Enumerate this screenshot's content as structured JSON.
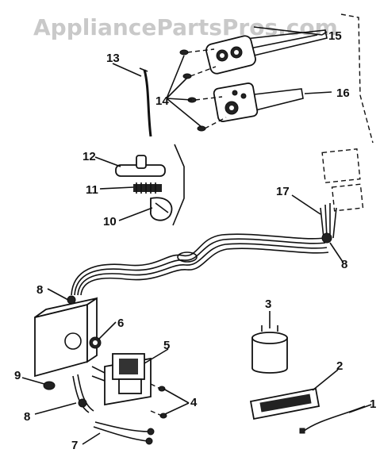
{
  "watermark": "AppliancePartsPros.com",
  "callouts": [
    {
      "id": "c1",
      "label": "1"
    },
    {
      "id": "c2",
      "label": "2"
    },
    {
      "id": "c3",
      "label": "3"
    },
    {
      "id": "c4",
      "label": "4"
    },
    {
      "id": "c5",
      "label": "5"
    },
    {
      "id": "c6",
      "label": "6"
    },
    {
      "id": "c7",
      "label": "7"
    },
    {
      "id": "c8a",
      "label": "8"
    },
    {
      "id": "c8b",
      "label": "8"
    },
    {
      "id": "c8c",
      "label": "8"
    },
    {
      "id": "c9",
      "label": "9"
    },
    {
      "id": "c10",
      "label": "10"
    },
    {
      "id": "c11",
      "label": "11"
    },
    {
      "id": "c12",
      "label": "12"
    },
    {
      "id": "c13",
      "label": "13"
    },
    {
      "id": "c14",
      "label": "14"
    },
    {
      "id": "c15",
      "label": "15"
    },
    {
      "id": "c16",
      "label": "16"
    },
    {
      "id": "c17",
      "label": "17"
    }
  ]
}
